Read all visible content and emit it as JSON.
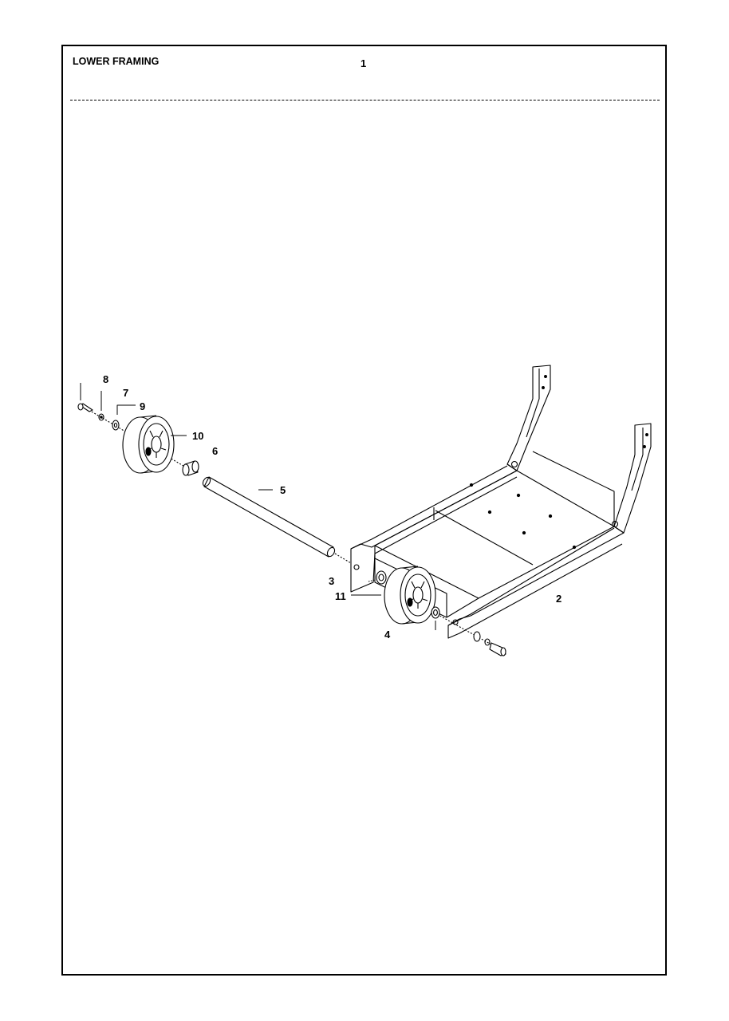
{
  "header": {
    "title": "LOWER FRAMING",
    "page_number": "1"
  },
  "callouts": [
    "8",
    "7",
    "9",
    "10",
    "6",
    "5",
    "3",
    "11",
    "4",
    "2"
  ]
}
